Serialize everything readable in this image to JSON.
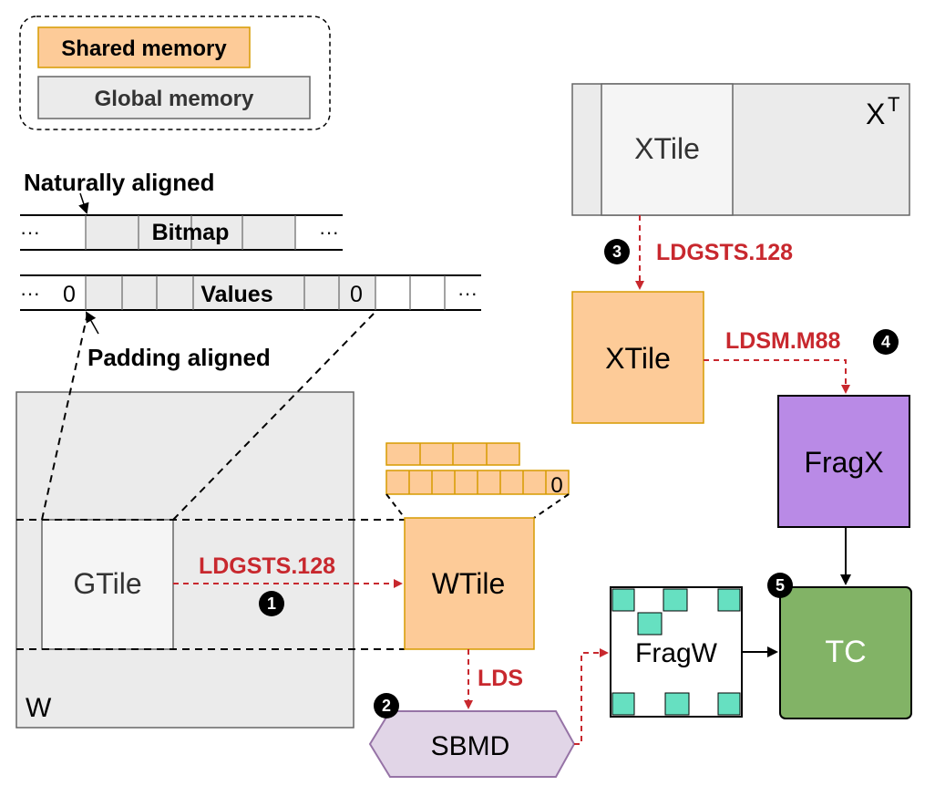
{
  "legend": {
    "shared_label": "Shared memory",
    "global_label": "Global memory"
  },
  "bitmap_row": {
    "title": "Naturally aligned",
    "label": "Bitmap",
    "left_ellipsis": "···",
    "right_ellipsis": "···"
  },
  "values_row": {
    "label": "Values",
    "left_ellipsis": "···",
    "left_zero": "0",
    "right_zero": "0",
    "right_ellipsis": "···",
    "note": "Padding aligned"
  },
  "matrix_w": {
    "label": "W",
    "tile": "GTile"
  },
  "matrix_xt": {
    "label": "X",
    "superscript": "T",
    "tile": "XTile"
  },
  "wtile": {
    "label": "WTile",
    "pad_zero": "0"
  },
  "xtile_shared": {
    "label": "XTile"
  },
  "fragx": {
    "label": "FragX"
  },
  "fragw": {
    "label": "FragW"
  },
  "tc": {
    "label": "TC"
  },
  "sbmd": {
    "label": "SBMD"
  },
  "ops": {
    "op1": "LDGSTS.128",
    "op2": "LDS",
    "op3": "LDGSTS.128",
    "op4": "LDSM.M88"
  },
  "steps": [
    "1",
    "2",
    "3",
    "4",
    "5"
  ],
  "colors": {
    "shared_fill": "#fdcb98",
    "shared_stroke": "#d79b00",
    "global_fill": "#ebebeb",
    "global_stroke": "#666666",
    "arrow_red": "#c8282e",
    "fragx_fill": "#b98ae6",
    "tc_fill": "#82b366",
    "sbmd_fill": "#e1d5e7",
    "sbmd_stroke": "#9673a6",
    "frag_cell": "#66e0c1"
  }
}
